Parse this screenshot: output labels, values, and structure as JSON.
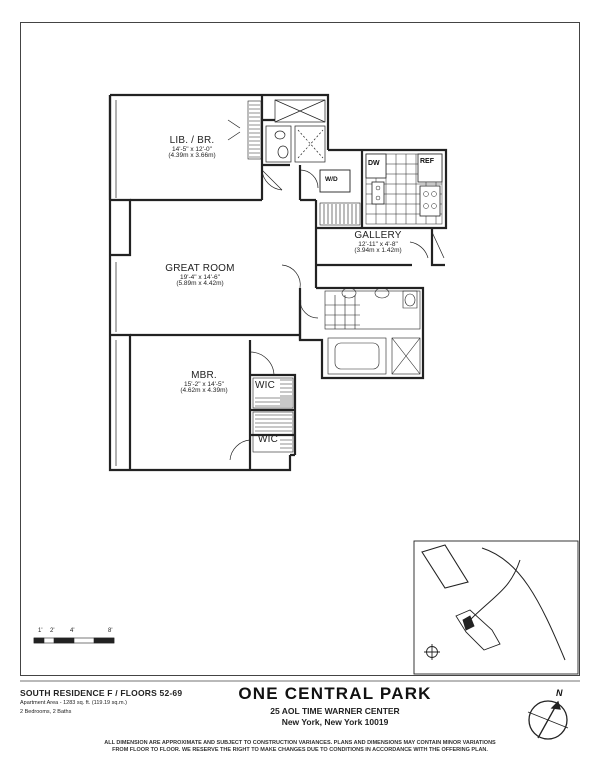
{
  "rooms": {
    "lib_br": {
      "name": "LIB. / BR.",
      "dim_ft": "14'-5\" x 12'-0\"",
      "dim_m": "(4.39m x 3.66m)"
    },
    "great_room": {
      "name": "GREAT ROOM",
      "dim_ft": "19'-4\" x 14'-6\"",
      "dim_m": "(5.89m x 4.42m)"
    },
    "gallery": {
      "name": "GALLERY",
      "dim_ft": "12'-11\" x 4'-8\"",
      "dim_m": "(3.94m x 1.42m)"
    },
    "mbr": {
      "name": "MBR.",
      "dim_ft": "15'-2\" x 14'-5\"",
      "dim_m": "(4.62m x 4.39m)"
    },
    "wic_1": {
      "name": "WIC"
    },
    "wic_2": {
      "name": "WIC"
    }
  },
  "fixtures": {
    "washer_dryer": "W/D",
    "dishwasher": "DW",
    "refrigerator": "REF"
  },
  "scale": {
    "labels": [
      "1'",
      "2'",
      "4'",
      "8'"
    ]
  },
  "compass": {
    "north_label": "N"
  },
  "footer": {
    "residence": "SOUTH RESIDENCE F / FLOORS 52-69",
    "area": "Apartment Area - 1283 sq. ft. (119.19 sq.m.)",
    "rooms": "2 Bedrooms, 2 Baths",
    "title": "ONE CENTRAL PARK",
    "address_line1": "25 AOL TIME WARNER CENTER",
    "address_line2": "New York, New York 10019",
    "disclaimer_line1": "ALL DIMENSION ARE APPROXIMATE AND SUBJECT TO CONSTRUCTION VARIANCES. PLANS AND DIMENSIONS MAY CONTAIN MINOR VARIATIONS",
    "disclaimer_line2": "FROM FLOOR TO FLOOR. WE RESERVE THE RIGHT TO MAKE CHANGES DUE TO CONDITIONS IN ACCORDANCE WITH THE OFFERING PLAN."
  }
}
